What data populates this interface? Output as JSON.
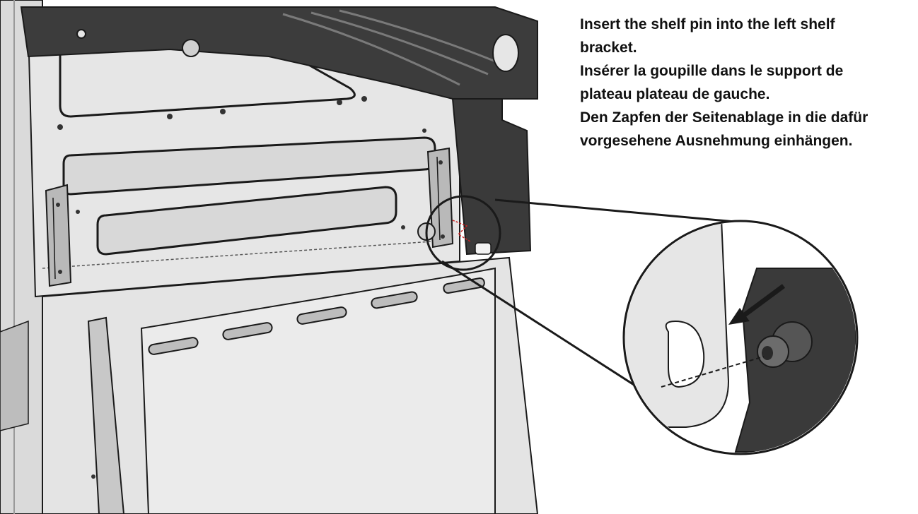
{
  "instructions": {
    "en_line1": "Insert the shelf pin into the left shelf",
    "en_line2": "bracket.",
    "fr_line1": "Insérer la goupille dans le support de",
    "fr_line2": "plateau plateau de gauche.",
    "de_line1": "Den Zapfen der Seitenablage in die dafür",
    "de_line2": "vorgesehene Ausnehmung einhängen."
  },
  "colors": {
    "background": "#ffffff",
    "metal_panel": "#e4e4e4",
    "metal_panel_dark": "#c9c9c9",
    "dark_part": "#3a3a3a",
    "outline": "#1a1a1a",
    "guide_dash": "#cc2222",
    "text": "#111111"
  },
  "icons": {
    "pointer": "arrow-icon"
  }
}
